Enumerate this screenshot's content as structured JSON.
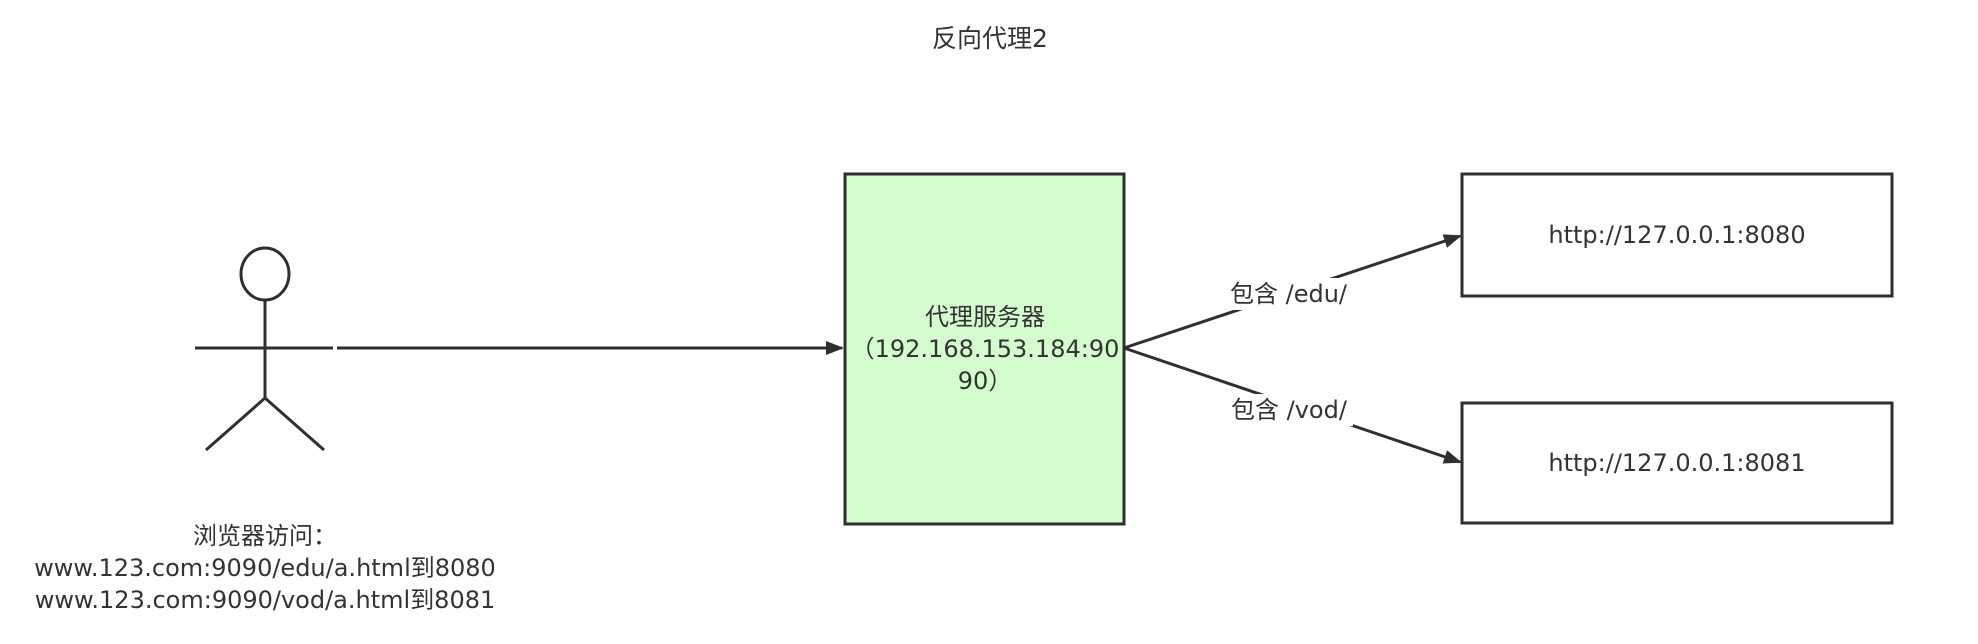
{
  "title": "反向代理2",
  "proxy": {
    "line1": "代理服务器",
    "line2": "（192.168.153.184:9090）",
    "fill": "#d4fccf"
  },
  "servers": [
    {
      "label": "http://127.0.0.1:8080"
    },
    {
      "label": "http://127.0.0.1:8081"
    }
  ],
  "edges": [
    {
      "label": "包含 /edu/"
    },
    {
      "label": "包含 /vod/"
    }
  ],
  "browser": {
    "heading": "浏览器访问：",
    "urls": [
      "www.123.com:9090/edu/a.html到8080",
      "www.123.com:9090/vod/a.html到8081"
    ]
  },
  "icons": {
    "actor": "stick-figure-icon"
  },
  "colors": {
    "stroke": "#2f2f2f",
    "text": "#333333",
    "background": "#ffffff"
  }
}
